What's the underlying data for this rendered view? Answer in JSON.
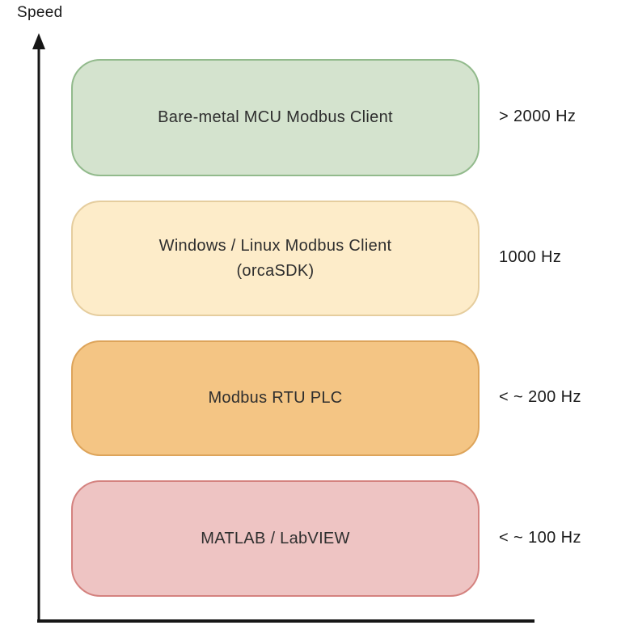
{
  "axis": {
    "y_label": "Speed"
  },
  "boxes": [
    {
      "lines": [
        "Bare-metal MCU Modbus Client"
      ],
      "rate": "> 2000 Hz",
      "fill": "#d4e3ce",
      "border": "#92ba8c"
    },
    {
      "lines": [
        "Windows / Linux Modbus Client",
        "(orcaSDK)"
      ],
      "rate": "1000 Hz",
      "fill": "#fdecc9",
      "border": "#e5cd9e"
    },
    {
      "lines": [
        "Modbus RTU PLC"
      ],
      "rate": "< ~ 200 Hz",
      "fill": "#f4c584",
      "border": "#dda45a"
    },
    {
      "lines": [
        "MATLAB / LabVIEW"
      ],
      "rate": "< ~ 100 Hz",
      "fill": "#eec4c3",
      "border": "#d4827f"
    }
  ],
  "colors": {
    "axis": "#161616"
  }
}
